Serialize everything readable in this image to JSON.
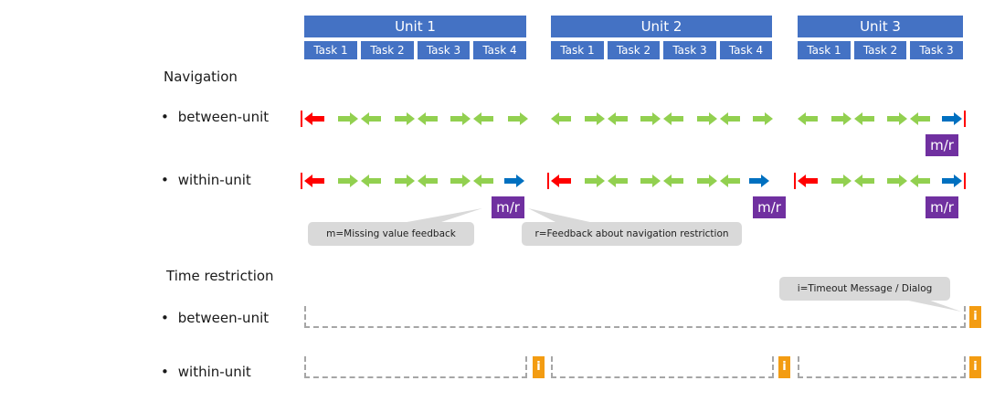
{
  "units": [
    {
      "label": "Unit 1",
      "tasks": [
        "Task 1",
        "Task 2",
        "Task 3",
        "Task 4"
      ]
    },
    {
      "label": "Unit 2",
      "tasks": [
        "Task 1",
        "Task 2",
        "Task 3",
        "Task 4"
      ]
    },
    {
      "label": "Unit 3",
      "tasks": [
        "Task 1",
        "Task 2",
        "Task 3"
      ]
    }
  ],
  "navigation": {
    "heading": "Navigation",
    "between_unit": "between-unit",
    "within_unit": "within-unit",
    "badge": "m/r"
  },
  "callouts": {
    "m": "m=Missing value feedback",
    "r": "r=Feedback about navigation restriction",
    "i": "i=Timeout Message / Dialog"
  },
  "time_restriction": {
    "heading": "Time restriction",
    "between_unit": "between-unit",
    "within_unit": "within-unit",
    "badge": "i"
  },
  "colors": {
    "unit_bar": "#4472c4",
    "nav_arrow": "#92d050",
    "boundary_arrow": "#ff0000",
    "exit_arrow": "#0070c0",
    "feedback_badge": "#7030a0",
    "timeout_badge": "#f39c12"
  }
}
